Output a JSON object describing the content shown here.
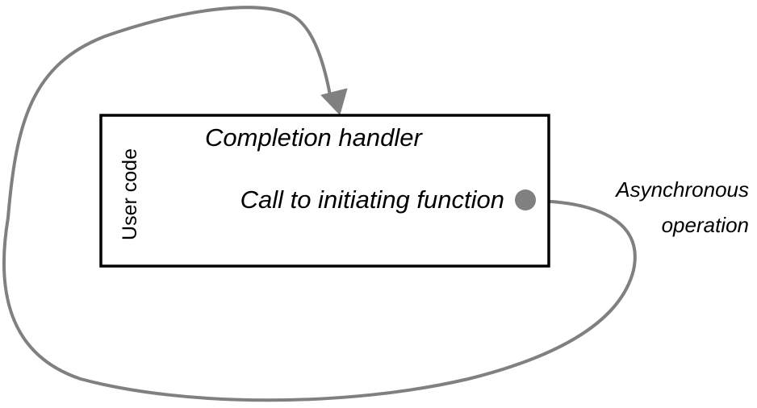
{
  "diagram": {
    "box_vertical_label": "User code",
    "completion_handler": "Completion handler",
    "initiating_call": "Call to initiating function",
    "async_label_line1": "Asynchronous",
    "async_label_line2": "operation"
  },
  "colors": {
    "box_stroke": "#000000",
    "loop_stroke": "#808080",
    "node_fill": "#808080",
    "text": "#000000"
  }
}
